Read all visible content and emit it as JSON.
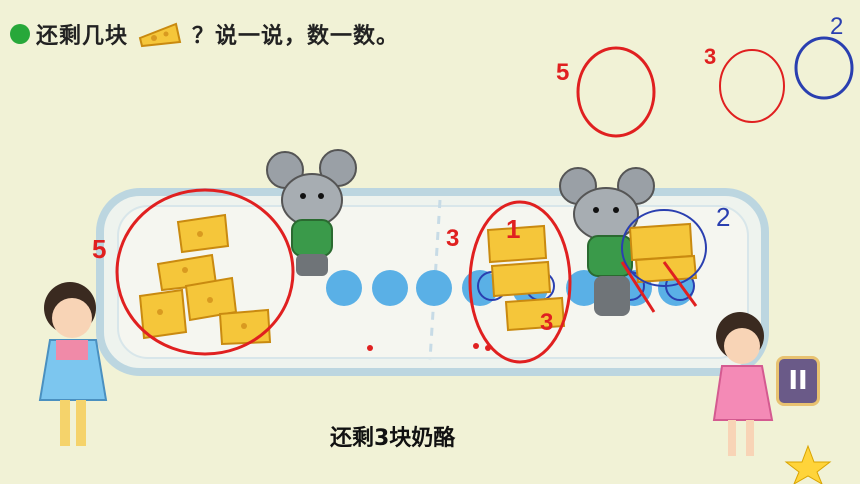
{
  "title": {
    "part1": "还剩几块",
    "part2": "？说一说，数一数。"
  },
  "caption": "还剩3块奶酪",
  "annotations": {
    "top_five": "5",
    "top_three": "3",
    "top_two": "2",
    "left_five": "5",
    "mid_three": "3",
    "mid_one": "1",
    "mid_three_b": "3",
    "right_two": "2"
  },
  "pause_button": "II",
  "colors": {
    "bullet": "#27a83a",
    "red_mark": "#e02020",
    "blue_mark": "#2a3fb0",
    "counter": "#5ab0e6",
    "cheese": "#f5c63a"
  }
}
